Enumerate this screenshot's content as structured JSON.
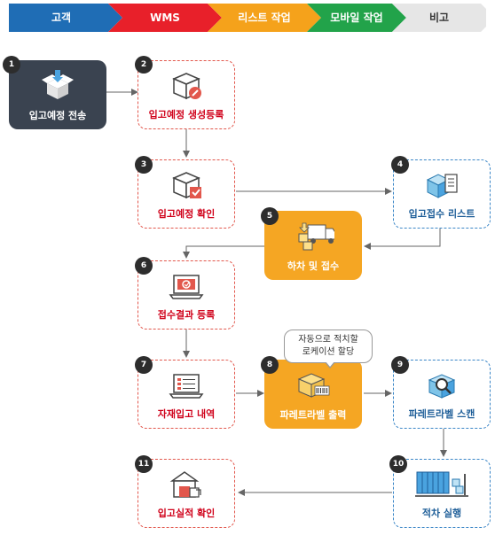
{
  "lanes": [
    {
      "label": "고객",
      "color": "#1f6db5",
      "text_color": "#ffffff"
    },
    {
      "label": "WMS",
      "color": "#e8202a",
      "text_color": "#ffffff"
    },
    {
      "label": "리스트 작업",
      "color": "#f5a21b",
      "text_color": "#ffffff"
    },
    {
      "label": "모바일 작업",
      "color": "#22a34a",
      "text_color": "#ffffff"
    },
    {
      "label": "비고",
      "color": "#e6e6e6",
      "text_color": "#333333"
    }
  ],
  "steps": [
    {
      "num": "1",
      "label": "입고예정 전송",
      "icon": "open-box-download-icon"
    },
    {
      "num": "2",
      "label": "입고예정 생성등록",
      "icon": "box-edit-icon"
    },
    {
      "num": "3",
      "label": "입고예정 확인",
      "icon": "box-check-icon"
    },
    {
      "num": "4",
      "label": "입고접수 리스트",
      "icon": "box-list-icon"
    },
    {
      "num": "5",
      "label": "하차 및 접수",
      "icon": "truck-unload-icon"
    },
    {
      "num": "6",
      "label": "접수결과 등록",
      "icon": "laptop-check-icon"
    },
    {
      "num": "7",
      "label": "자재입고 내역",
      "icon": "laptop-list-icon"
    },
    {
      "num": "8",
      "label": "파레트라벨 출력",
      "icon": "box-barcode-icon"
    },
    {
      "num": "9",
      "label": "파레트라벨 스캔",
      "icon": "box-scan-icon"
    },
    {
      "num": "10",
      "label": "적차 실행",
      "icon": "container-loading-icon"
    },
    {
      "num": "11",
      "label": "입고실적 확인",
      "icon": "warehouse-icon"
    }
  ],
  "note": {
    "line1": "자동으로 적치할",
    "line2": "로케이션 할당"
  },
  "colors": {
    "red": "#e2574c",
    "blue": "#3b86c7",
    "dark": "#3a4350",
    "orange": "#f5a623",
    "arrow": "#666666"
  }
}
